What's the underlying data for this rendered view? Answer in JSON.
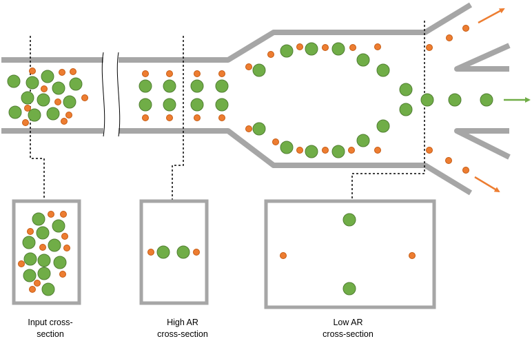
{
  "labels": {
    "input_line1": "Input cross-",
    "input_line2": "section",
    "high_line1": "High AR",
    "high_line2": "cross-section",
    "low_line1": "Low AR",
    "low_line2": "cross-section"
  },
  "colors": {
    "channel_wall": "#a6a6a6",
    "large_particle": "#70ad47",
    "large_particle_edge": "#507e32",
    "small_particle": "#ed7d31",
    "small_particle_edge": "#c55a11",
    "guide_line": "#000000",
    "background": "#ffffff"
  },
  "icons": {
    "large_particle": "green-circle",
    "small_particle": "orange-circle",
    "flow_arrow": "arrow-icon"
  }
}
